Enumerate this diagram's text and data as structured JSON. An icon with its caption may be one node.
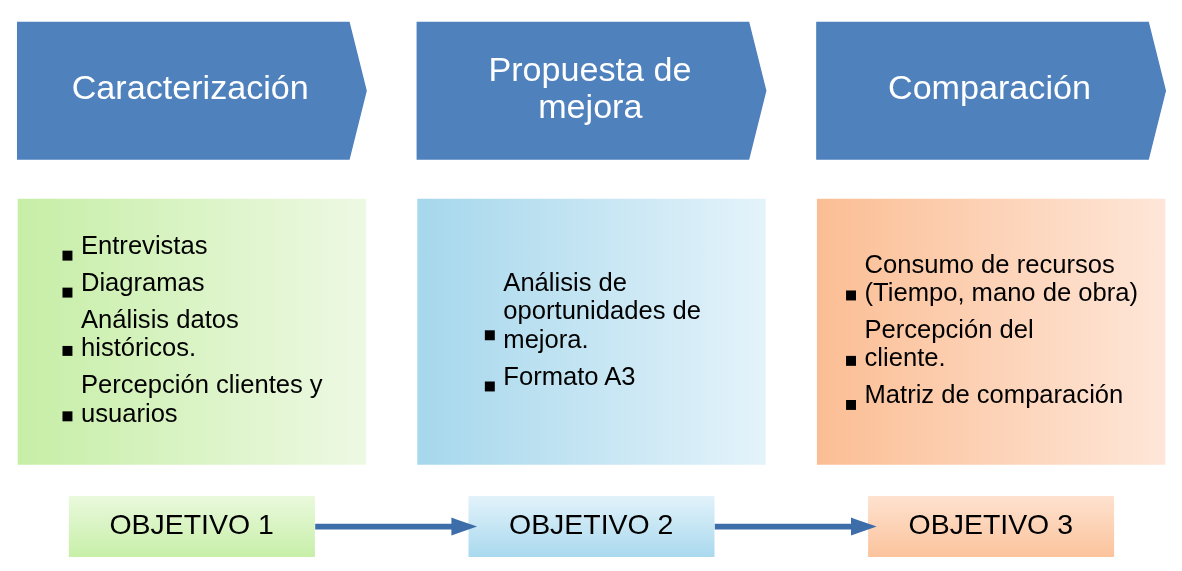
{
  "diagram": {
    "nodes": [
      {
        "text": [
          "Caracterización"
        ]
      },
      {
        "text": [
          "Propuesta de mejora"
        ]
      },
      {
        "text": [
          "Comparación"
        ]
      },
      {
        "text": [
          "Entrevistas",
          "Diagramas",
          "Análisis datos históricos.",
          "Percepción clientes y usuarios"
        ]
      },
      {
        "text": [
          "Análisis de oportunidades de mejora.",
          "Formato A3"
        ]
      },
      {
        "text": [
          "Consumo de recursos (Tiempo, mano de obra)",
          "Percepción del cliente.",
          "Matriz de comparación"
        ]
      },
      {
        "text": [
          "OBJETIVO 1"
        ]
      },
      {
        "text": [
          "OBJETIVO 2"
        ]
      },
      {
        "text": [
          "OBJETIVO 3"
        ]
      }
    ],
    "edges": [
      {
        "from": 6,
        "to": 7,
        "arrow": "to"
      },
      {
        "from": 7,
        "to": 8,
        "arrow": "to"
      }
    ]
  }
}
